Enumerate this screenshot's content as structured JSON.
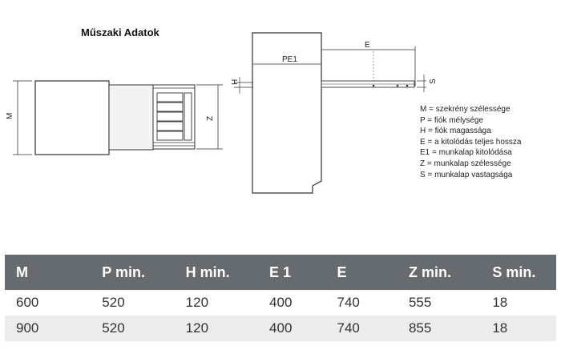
{
  "title": "Műszaki Adatok",
  "diagram_labels": {
    "m": "M",
    "z": "Z",
    "pe1": "PE1",
    "e": "E",
    "h": "H",
    "s": "S"
  },
  "legend": [
    "M = szekrény szélessége",
    "P = fiók mélysége",
    "H = fiók magassága",
    "E = a kitolódás teljes hossza",
    "E1 = munkalap kitolódása",
    "Z = munkalap szélessége",
    "S = munkalap vastagsága"
  ],
  "table": {
    "headers": [
      "M",
      "P min.",
      "H min.",
      "E 1",
      "E",
      "Z min.",
      "S min."
    ],
    "rows": [
      [
        "600",
        "520",
        "120",
        "400",
        "740",
        "555",
        "18"
      ],
      [
        "900",
        "520",
        "120",
        "400",
        "740",
        "855",
        "18"
      ]
    ]
  },
  "colors": {
    "header_bg": "#666b70",
    "row_alt_bg": "#ececec",
    "line": "#333333"
  }
}
